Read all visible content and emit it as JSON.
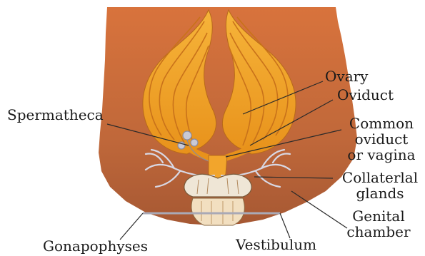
{
  "labels": {
    "ovary": "Ovary",
    "oviduct": "Oviduct",
    "spermatheca": "Spermatheca",
    "common_oviduct": [
      "Common",
      "oviduct",
      "or vagina"
    ],
    "collateral_glands": [
      "Collaterlal",
      "glands"
    ],
    "genital_chamber": [
      "Genital",
      "chamber"
    ],
    "gonapophyses": "Gonapophyses",
    "vestibulum": "Vestibulum"
  },
  "colors": {
    "body_top": "#d9743d",
    "body_bottom": "#a0522d",
    "ovary_fill": "#f1a21f",
    "ovary_stripe": "#c8741a",
    "duct": "#c9c9d6",
    "gland": "#eadfcc",
    "leader_line": "#2a2a2a"
  }
}
